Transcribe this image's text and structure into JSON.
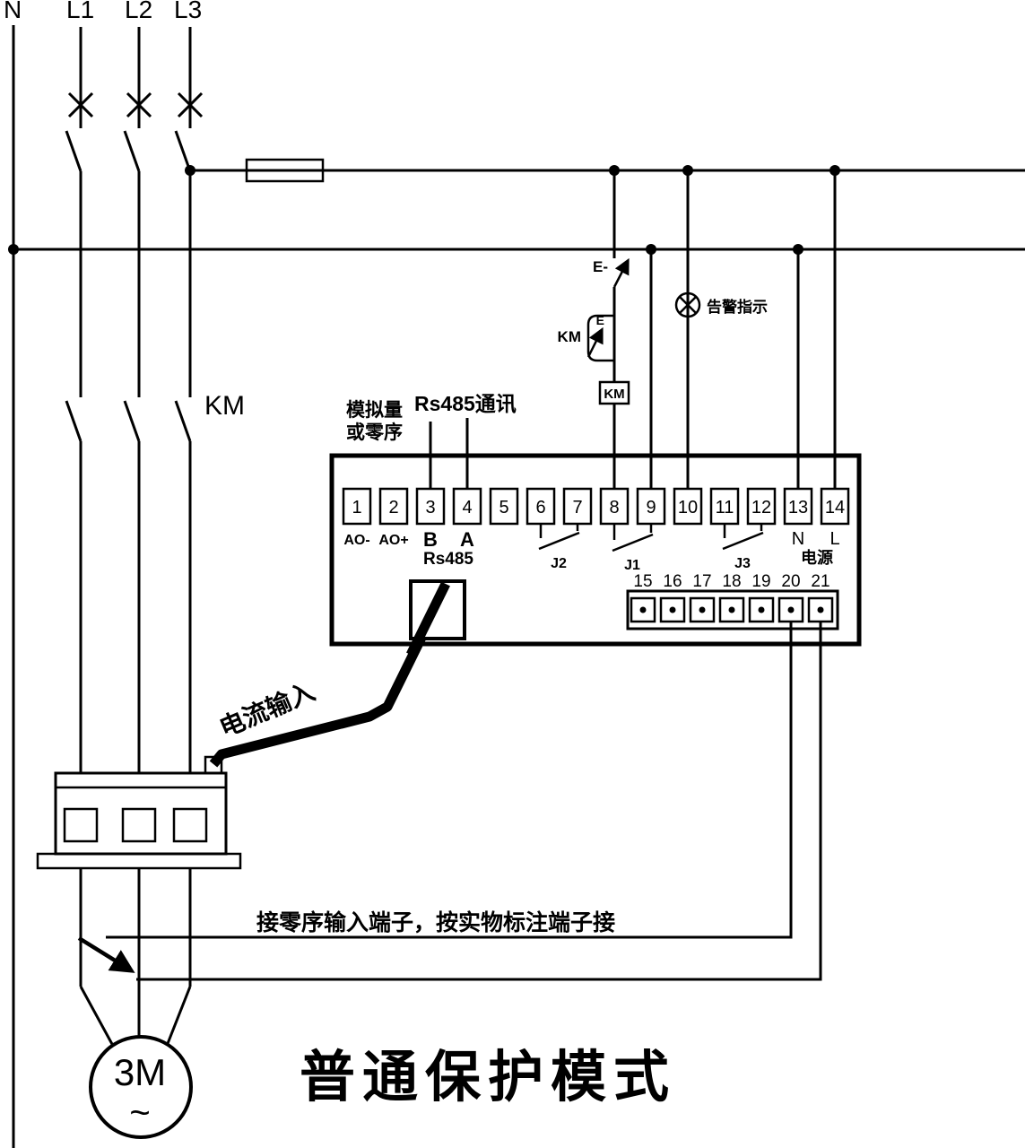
{
  "colors": {
    "line": "#000000",
    "background": "#ffffff"
  },
  "phases": {
    "n": "N",
    "l1": "L1",
    "l2": "L2",
    "l3": "L3"
  },
  "contactor": {
    "main_label": "KM",
    "aux_label": "KM",
    "coil_label": "KM"
  },
  "switches": {
    "e_top": "E-",
    "e_aux": "E"
  },
  "alarm": {
    "label": "告警指示"
  },
  "analog": {
    "line1": "模拟量",
    "line2": "或零序"
  },
  "rs485": {
    "comm_label": "Rs485通讯",
    "port_label": "Rs485"
  },
  "device": {
    "terminals_top": [
      "1",
      "2",
      "3",
      "4",
      "5",
      "6",
      "7",
      "8",
      "9",
      "10",
      "11",
      "12",
      "13",
      "14"
    ],
    "terminals_bottom": [
      "15",
      "16",
      "17",
      "18",
      "19",
      "20",
      "21"
    ],
    "sub_labels": {
      "ao_minus": "AO-",
      "ao_plus": "AO+",
      "b": "B",
      "a": "A",
      "j2": "J2",
      "j1": "J1",
      "j3": "J3",
      "n": "N",
      "l": "L",
      "power": "电源"
    }
  },
  "current_input": {
    "label": "电流输入"
  },
  "notes": {
    "zero_sequence": "接零序输入端子，按实物标注端子接"
  },
  "motor": {
    "label": "3M",
    "symbol": "~"
  },
  "title": "普通保护模式"
}
